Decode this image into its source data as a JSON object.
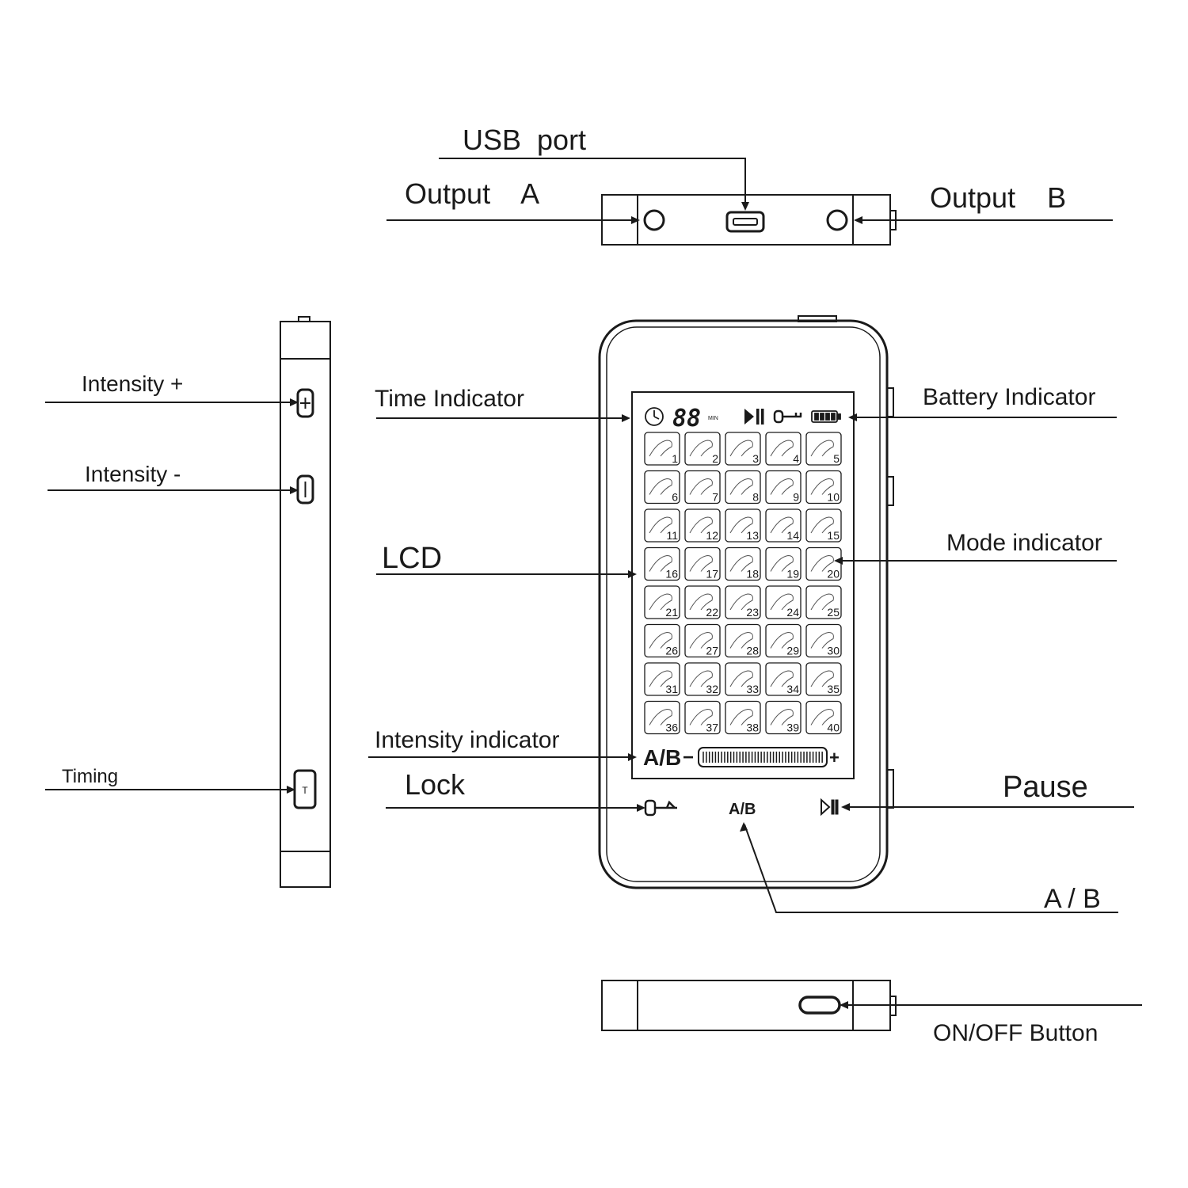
{
  "labels": {
    "usb_port": "USB  port",
    "output_a": "Output    A",
    "output_b": "Output    B",
    "intensity_plus": "Intensity +",
    "intensity_minus": "Intensity -",
    "timing": "Timing",
    "time_indicator": "Time Indicator",
    "battery_indicator": "Battery Indicator",
    "mode_indicator": "Mode indicator",
    "lcd": "LCD",
    "intensity_indicator": "Intensity indicator",
    "lock": "Lock",
    "pause": "Pause",
    "ab": "A / B",
    "on_off_button": "ON/OFF Button"
  },
  "lcd": {
    "time_digits": "88",
    "time_unit": "MIN",
    "intensity_channel": "A/B",
    "intensity_minus": "−",
    "intensity_plus": "+",
    "mode_numbers": [
      "1",
      "2",
      "3",
      "4",
      "5",
      "6",
      "7",
      "8",
      "9",
      "10",
      "11",
      "12",
      "13",
      "14",
      "15",
      "16",
      "17",
      "18",
      "19",
      "20",
      "21",
      "22",
      "23",
      "24",
      "25",
      "26",
      "27",
      "28",
      "29",
      "30",
      "31",
      "32",
      "33",
      "34",
      "35",
      "36",
      "37",
      "38",
      "39",
      "40"
    ]
  },
  "buttons": {
    "side_timing_glyph": "T",
    "front_ab_label": "A/B"
  },
  "icons": {
    "clock": "clock-icon",
    "play_pause": "play-pause-icon",
    "key": "key-icon",
    "battery": "battery-icon",
    "lock": "lock-key-icon"
  }
}
